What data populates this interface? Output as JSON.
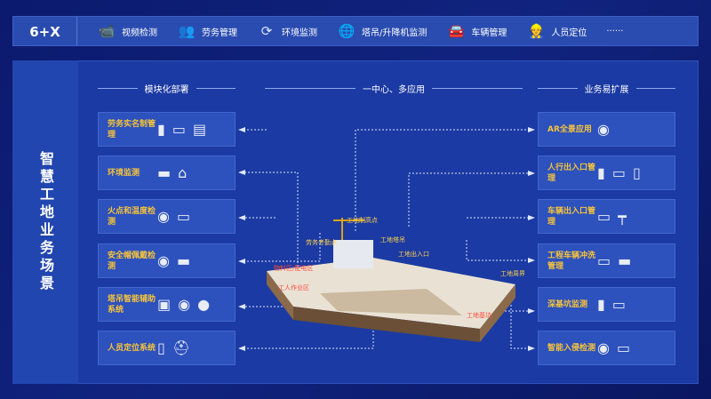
{
  "topbar": {
    "brand": "6+X",
    "items": [
      {
        "label": "视频检测",
        "icon": "cctv-camera-icon"
      },
      {
        "label": "劳务管理",
        "icon": "people-group-icon"
      },
      {
        "label": "环境监测",
        "icon": "recycle-icon"
      },
      {
        "label": "塔吊/升降机监测",
        "icon": "globe-icon"
      },
      {
        "label": "车辆管理",
        "icon": "car-icon"
      },
      {
        "label": "人员定位",
        "icon": "worker-icon"
      }
    ],
    "more": "······"
  },
  "side_title": "智慧工地业务场景",
  "sections": {
    "left": "模块化部署",
    "center": "一中心、多应用",
    "right": "业务易扩展"
  },
  "left_cards": [
    {
      "label": "劳务实名制管理"
    },
    {
      "label": "环境监测"
    },
    {
      "label": "火点和温度检测"
    },
    {
      "label": "安全帽佩戴检测"
    },
    {
      "label": "塔吊智能辅助系统"
    },
    {
      "label": "人员定位系统"
    }
  ],
  "right_cards": [
    {
      "label": "AR全景应用"
    },
    {
      "label": "人行出入口管理"
    },
    {
      "label": "车辆出入口管理"
    },
    {
      "label": "工程车辆冲洗管理"
    },
    {
      "label": "深基坑监测"
    },
    {
      "label": "智能入侵检测"
    }
  ],
  "site_labels": {
    "high_point": "工地制高点",
    "attendance": "劳务考勤点",
    "tower_crane": "工地塔吊",
    "entrance": "工地出入口",
    "material": "物料区/配电区",
    "work_area": "工人作业区",
    "perimeter": "工地周界",
    "pit": "工地基坑"
  },
  "colors": {
    "accent": "#f5c33b",
    "background": "#10237f",
    "pin": "#ff6a3a"
  }
}
